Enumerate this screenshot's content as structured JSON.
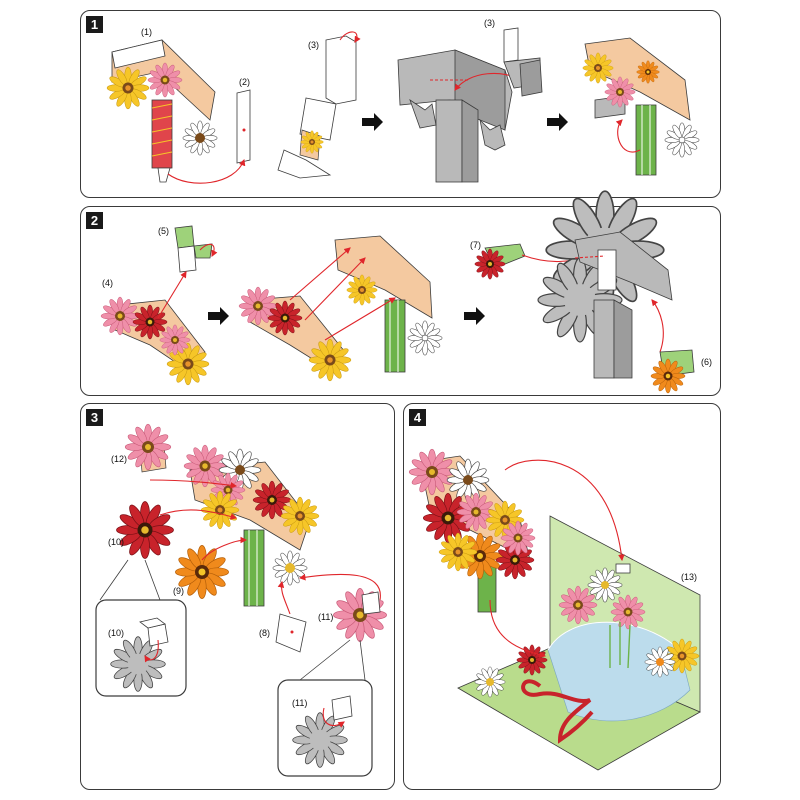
{
  "steps": [
    {
      "number": "1",
      "part_labels": [
        "(1)",
        "(2)",
        "(3)",
        "(3)"
      ]
    },
    {
      "number": "2",
      "part_labels": [
        "(5)",
        "(4)",
        "(7)",
        "(6)"
      ]
    },
    {
      "number": "3",
      "part_labels": [
        "(12)",
        "(10)",
        "(9)",
        "(8)",
        "(11)",
        "(10)",
        "(11)"
      ]
    },
    {
      "number": "4",
      "part_labels": [
        "(13)"
      ]
    }
  ],
  "colors": {
    "border": "#3a3a3a",
    "gray_part": "#b9b9b9",
    "arrow_red": "#e0262b",
    "green_card": "#cfe8b0",
    "flower_pink": "#ef8fa9",
    "flower_yellow": "#f6c628",
    "flower_red": "#c8232b",
    "flower_orange": "#f08a1c"
  },
  "icons": {
    "flow_arrow": "right-arrow-icon",
    "flower": "daisy-flower-icon"
  }
}
